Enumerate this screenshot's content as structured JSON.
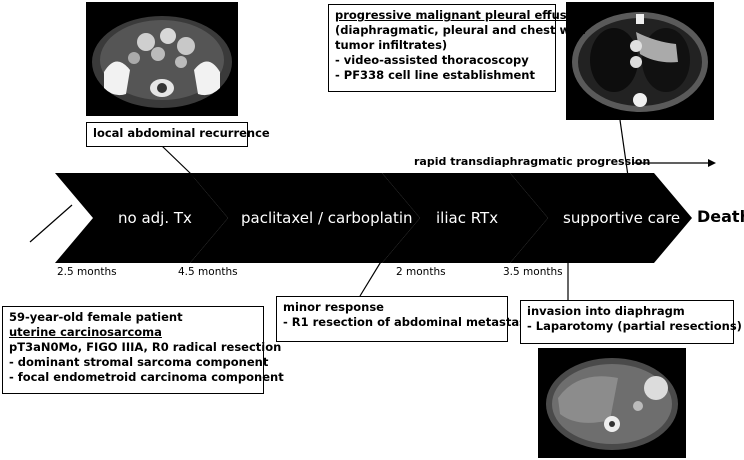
{
  "timeline": {
    "phases": [
      {
        "label": "no adj. Tx"
      },
      {
        "label": "paclitaxel / carboplatin"
      },
      {
        "label": "iliac RTx"
      },
      {
        "label": "supportive care"
      }
    ],
    "end_label": "Death",
    "durations": [
      "2.5 months",
      "4.5 months",
      "2 months",
      "3.5 months"
    ],
    "progression_label": "rapid transdiaphragmatic progression"
  },
  "boxes": {
    "recurrence": {
      "title": "local abdominal recurrence"
    },
    "effusion": {
      "title": "progressive malignant pleural effusion",
      "lines": [
        "(diaphragmatic, pleural and chest wall",
        "tumor infiltrates)",
        "- video-assisted thoracoscopy",
        "- PF338 cell line establishment"
      ]
    },
    "patient": {
      "line1": "59-year-old female patient",
      "diagnosis": "uterine carcinosarcoma",
      "lines": [
        "pT3aN0Mo, FIGO IIIA, R0 radical resection",
        "- dominant stromal sarcoma component",
        "- focal endometroid carcinoma component"
      ]
    },
    "response": {
      "title": "minor response",
      "lines": [
        "- R1 resection of abdominal metastasis"
      ]
    },
    "invasion": {
      "title": "invasion into diaphragm",
      "lines": [
        "- Laparotomy (partial resections)"
      ]
    }
  },
  "colors": {
    "arrow_fill": "#000000",
    "text_on_arrow": "#ffffff",
    "background": "#ffffff"
  },
  "images": {
    "pelvis": "pelvic-ct-scan-icon",
    "thorax": "thoracic-ct-scan-icon",
    "abdomen": "abdominal-ct-scan-icon"
  }
}
